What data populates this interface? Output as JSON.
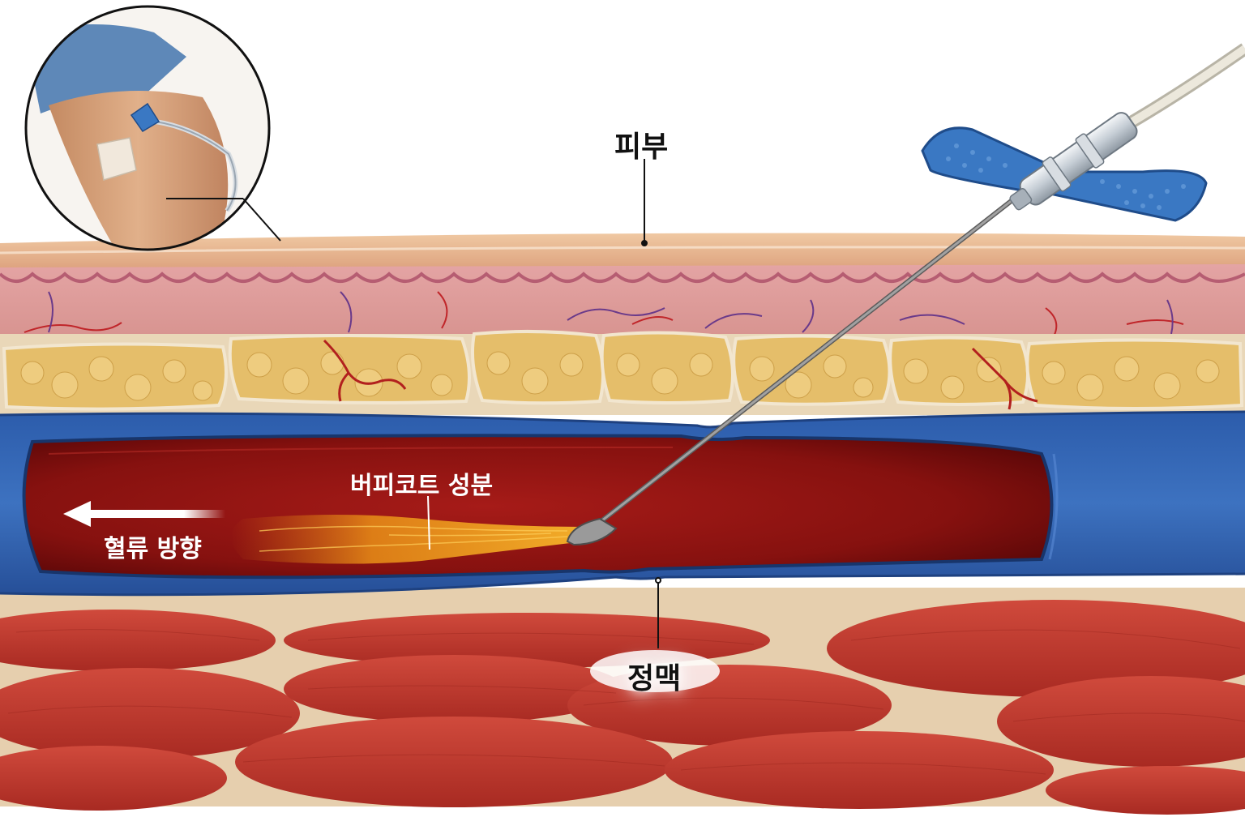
{
  "labels": {
    "skin": "피부",
    "buffy_coat": "버피코트 성분",
    "flow_direction": "혈류 방향",
    "vein": "정맥"
  },
  "colors": {
    "skin_surface": "#e9b890",
    "dermis": "#d98a8e",
    "fat": "#e8c26a",
    "vein_wall": "#2f5fae",
    "blood": "#8e1414",
    "buffy_coat": "#f2a21c",
    "muscle": "#c23a2e",
    "fascia": "#e9d3b4",
    "butterfly_wings": "#3b78c2"
  },
  "icons": {
    "inset": "arm-iv-inset-icon",
    "needle": "butterfly-needle-icon",
    "arrow": "flow-arrow-icon"
  }
}
